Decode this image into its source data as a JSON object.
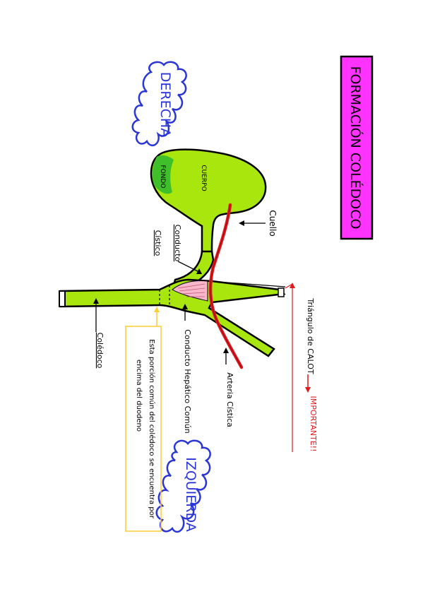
{
  "title": "FORMACIÓN COLÉDOCO",
  "orientation": {
    "right_cloud": "DERECHA",
    "left_cloud": "IZQUIERDA"
  },
  "gallbladder": {
    "fundus": "FONDO",
    "body": "CUERPO",
    "neck": "Cuello"
  },
  "labels": {
    "cystic_duct_line1": "Conducto",
    "cystic_duct_line2": "Cístico",
    "common_hepatic_duct": "Conducto Hepático Común",
    "common_bile_duct": "Colédoco",
    "cystic_artery": "Arteria Cística",
    "calot_triangle": "Triángulo de CALOT",
    "important": "IMPORTANTE!!"
  },
  "note": {
    "line1": "Esta porción común del colédoco se encuentra por",
    "line2": "encima del duodeno"
  },
  "colors": {
    "title_bg": "#ff33ff",
    "organ": "#a8e60d",
    "organ_dark": "#3fbf2a",
    "artery": "#e0191f",
    "triangle_fill": "#f7b6c9",
    "cloud_text": "#2a35d6",
    "note_border": "#ffcc33",
    "red_text": "#e0191f"
  }
}
